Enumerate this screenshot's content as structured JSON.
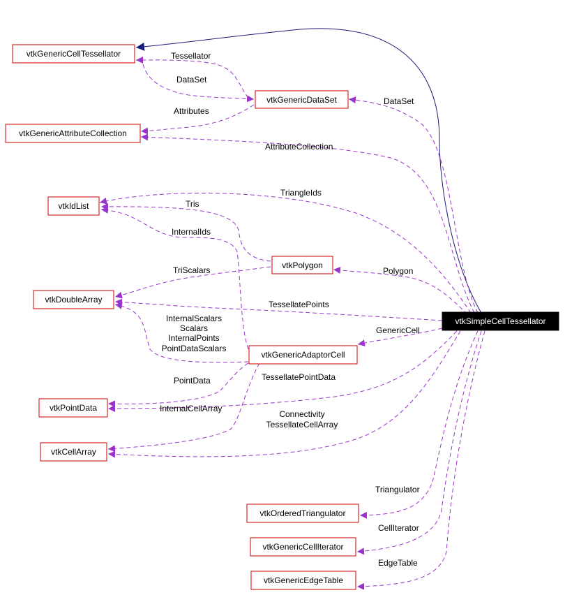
{
  "colors": {
    "node_border": "#cc0000",
    "usage_edge": "#9933cc",
    "inheritance_edge": "#1a1a7a",
    "selected_fill": "#000000",
    "selected_text": "#ffffff"
  },
  "nodes": [
    {
      "id": "tess",
      "label": "vtkGenericCellTessellator"
    },
    {
      "id": "ds",
      "label": "vtkGenericDataSet"
    },
    {
      "id": "attr",
      "label": "vtkGenericAttributeCollection"
    },
    {
      "id": "idlist",
      "label": "vtkIdList"
    },
    {
      "id": "poly",
      "label": "vtkPolygon"
    },
    {
      "id": "darr",
      "label": "vtkDoubleArray"
    },
    {
      "id": "simple",
      "label": "vtkSimpleCellTessellator",
      "selected": true
    },
    {
      "id": "adaptor",
      "label": "vtkGenericAdaptorCell"
    },
    {
      "id": "pdata",
      "label": "vtkPointData"
    },
    {
      "id": "carr",
      "label": "vtkCellArray"
    },
    {
      "id": "otri",
      "label": "vtkOrderedTriangulator"
    },
    {
      "id": "citer",
      "label": "vtkGenericCellIterator"
    },
    {
      "id": "etab",
      "label": "vtkGenericEdgeTable"
    }
  ],
  "edges": [
    {
      "from": "simple",
      "to": "tess",
      "kind": "inheritance",
      "labels": []
    },
    {
      "from": "ds",
      "to": "tess",
      "kind": "usage",
      "labels": [
        "Tessellator"
      ]
    },
    {
      "from": "tess",
      "to": "ds",
      "kind": "usage",
      "labels": [
        "DataSet"
      ]
    },
    {
      "from": "simple",
      "to": "ds",
      "kind": "usage",
      "labels": [
        "DataSet"
      ]
    },
    {
      "from": "ds",
      "to": "attr",
      "kind": "usage",
      "labels": [
        "Attributes"
      ]
    },
    {
      "from": "simple",
      "to": "attr",
      "kind": "usage",
      "labels": [
        "AttributeCollection"
      ]
    },
    {
      "from": "simple",
      "to": "idlist",
      "kind": "usage",
      "labels": [
        "TriangleIds"
      ]
    },
    {
      "from": "poly",
      "to": "idlist",
      "kind": "usage",
      "labels": [
        "Tris"
      ]
    },
    {
      "from": "adaptor",
      "to": "idlist",
      "kind": "usage",
      "labels": [
        "InternalIds"
      ]
    },
    {
      "from": "simple",
      "to": "poly",
      "kind": "usage",
      "labels": [
        "Polygon"
      ]
    },
    {
      "from": "poly",
      "to": "darr",
      "kind": "usage",
      "labels": [
        "TriScalars"
      ]
    },
    {
      "from": "simple",
      "to": "darr",
      "kind": "usage",
      "labels": [
        "TessellatePoints"
      ]
    },
    {
      "from": "adaptor",
      "to": "darr",
      "kind": "usage",
      "labels": [
        "InternalScalars",
        "Scalars",
        "InternalPoints",
        "PointDataScalars"
      ]
    },
    {
      "from": "simple",
      "to": "adaptor",
      "kind": "usage",
      "labels": [
        "GenericCell"
      ]
    },
    {
      "from": "adaptor",
      "to": "pdata",
      "kind": "usage",
      "labels": [
        "PointData"
      ]
    },
    {
      "from": "simple",
      "to": "pdata",
      "kind": "usage",
      "labels": [
        "TessellatePointData"
      ]
    },
    {
      "from": "adaptor",
      "to": "carr",
      "kind": "usage",
      "labels": [
        "InternalCellArray"
      ]
    },
    {
      "from": "simple",
      "to": "carr",
      "kind": "usage",
      "labels": [
        "Connectivity",
        "TessellateCellArray"
      ]
    },
    {
      "from": "simple",
      "to": "otri",
      "kind": "usage",
      "labels": [
        "Triangulator"
      ]
    },
    {
      "from": "simple",
      "to": "citer",
      "kind": "usage",
      "labels": [
        "CellIterator"
      ]
    },
    {
      "from": "simple",
      "to": "etab",
      "kind": "usage",
      "labels": [
        "EdgeTable"
      ]
    }
  ]
}
